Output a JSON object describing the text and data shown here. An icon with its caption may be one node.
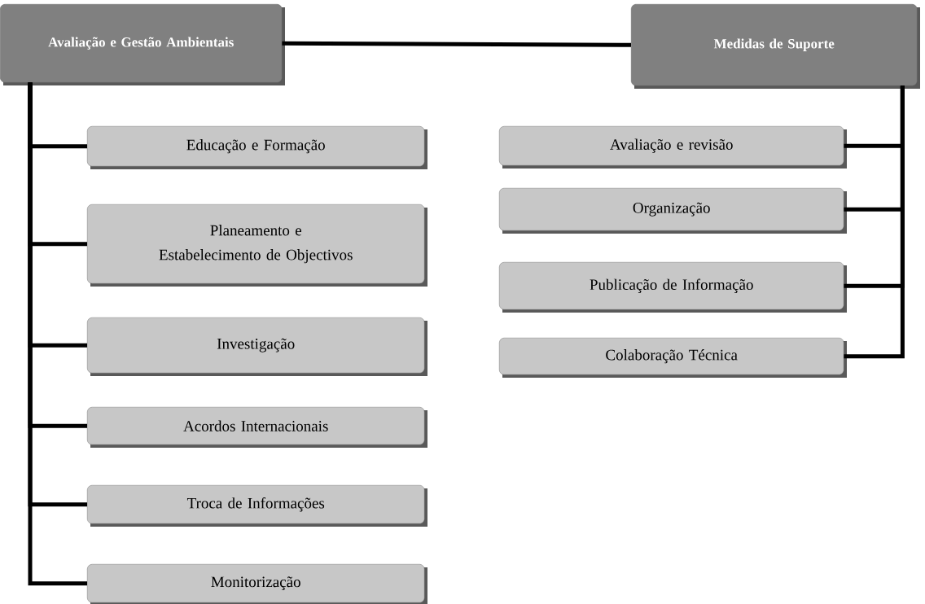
{
  "diagram": {
    "nodes": [
      {
        "text": [
          "Avaliação e Gestão Ambientais"
        ]
      },
      {
        "text": [
          "Medidas de Suporte"
        ]
      },
      {
        "text": [
          "Educação e Formação"
        ]
      },
      {
        "text": [
          "Planeamento e Estabelecimento de Objectivos"
        ]
      },
      {
        "text": [
          "Investigação"
        ]
      },
      {
        "text": [
          "Acordos Internacionais"
        ]
      },
      {
        "text": [
          "Troca de Informações"
        ]
      },
      {
        "text": [
          "Monitorização"
        ]
      },
      {
        "text": [
          "Avaliação e revisão"
        ]
      },
      {
        "text": [
          "Organização"
        ]
      },
      {
        "text": [
          "Publicação de Informação"
        ]
      },
      {
        "text": [
          "Colaboração Técnica"
        ]
      }
    ],
    "edges": [
      {
        "from": 0,
        "to": 1,
        "arrow": "none"
      },
      {
        "from": 0,
        "to": 2,
        "arrow": "none"
      },
      {
        "from": 0,
        "to": 3,
        "arrow": "none"
      },
      {
        "from": 0,
        "to": 4,
        "arrow": "none"
      },
      {
        "from": 0,
        "to": 5,
        "arrow": "none"
      },
      {
        "from": 0,
        "to": 6,
        "arrow": "none"
      },
      {
        "from": 0,
        "to": 7,
        "arrow": "none"
      },
      {
        "from": 1,
        "to": 8,
        "arrow": "none"
      },
      {
        "from": 1,
        "to": 9,
        "arrow": "none"
      },
      {
        "from": 1,
        "to": 10,
        "arrow": "none"
      },
      {
        "from": 1,
        "to": 11,
        "arrow": "none"
      }
    ]
  }
}
